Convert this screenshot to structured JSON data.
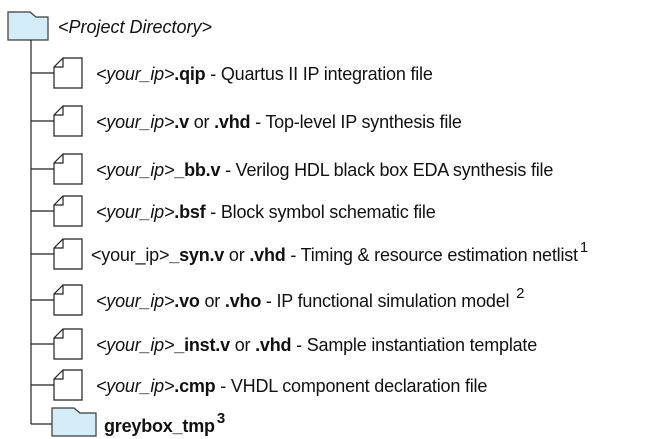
{
  "root": {
    "label": "<Project Directory>",
    "icon": "folder-icon"
  },
  "items": [
    {
      "placeholder": "<your_ip>",
      "ext1": ".qip",
      "desc": " - Quartus II IP integration file",
      "icon": "file-icon"
    },
    {
      "placeholder": "<your_ip>",
      "ext1": ".v",
      "or": " or ",
      "ext2": ".vhd",
      "desc": " - Top-level IP synthesis file",
      "icon": "file-icon"
    },
    {
      "placeholder": "<your_ip>",
      "ext1": "_bb.v",
      "desc": " - Verilog HDL black box EDA synthesis file",
      "icon": "file-icon"
    },
    {
      "placeholder": "<your_ip>",
      "ext1": ".bsf",
      "desc": " - Block symbol schematic file",
      "icon": "file-icon"
    },
    {
      "placeholder_plain": "<your_ip>",
      "ext1": "_syn.v",
      "or": " or ",
      "ext2": ".vhd",
      "desc": " - Timing & resource estimation netlist",
      "note": "1",
      "icon": "file-icon"
    },
    {
      "placeholder": "<your_ip>",
      "ext1": ".vo",
      "or": " or ",
      "ext2": ".vho",
      "desc": " - IP functional simulation model ",
      "note": "2",
      "icon": "file-icon"
    },
    {
      "placeholder": "<your_ip>",
      "ext1": "_inst.v",
      "or": " or ",
      "ext2": ".vhd",
      "desc": " - Sample instantiation template",
      "icon": "file-icon"
    },
    {
      "placeholder": "<your_ip>",
      "ext1": ".cmp",
      "desc": " - VHDL component declaration file",
      "icon": "file-icon"
    },
    {
      "folder_name": "greybox_tmp",
      "note": "3",
      "icon": "folder-icon"
    }
  ],
  "colors": {
    "folder_fill": "#d3ecf7",
    "folder_stroke": "#3a3a3a",
    "file_fill": "#ffffff",
    "line": "#222222",
    "text": "#111111"
  }
}
